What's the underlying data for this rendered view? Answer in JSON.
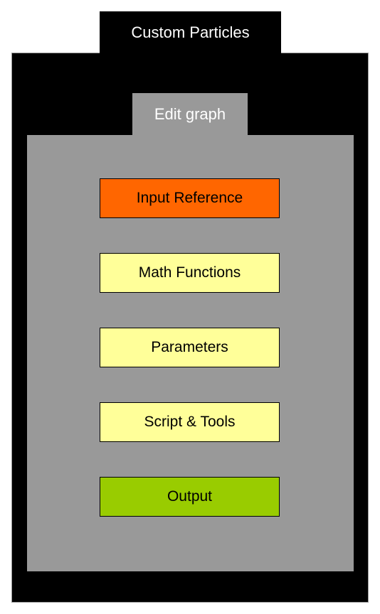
{
  "outer_tab": {
    "label": "Custom Particles"
  },
  "inner_tab": {
    "label": "Edit graph"
  },
  "nodes": [
    {
      "label": "Input Reference",
      "color": "#ff6600"
    },
    {
      "label": "Math Functions",
      "color": "#ffff99"
    },
    {
      "label": "Parameters",
      "color": "#ffff99"
    },
    {
      "label": "Script & Tools",
      "color": "#ffff99"
    },
    {
      "label": "Output",
      "color": "#99cc00"
    }
  ],
  "colors": {
    "outer_background": "#000000",
    "inner_background": "#999999",
    "tab_text": "#ffffff"
  }
}
